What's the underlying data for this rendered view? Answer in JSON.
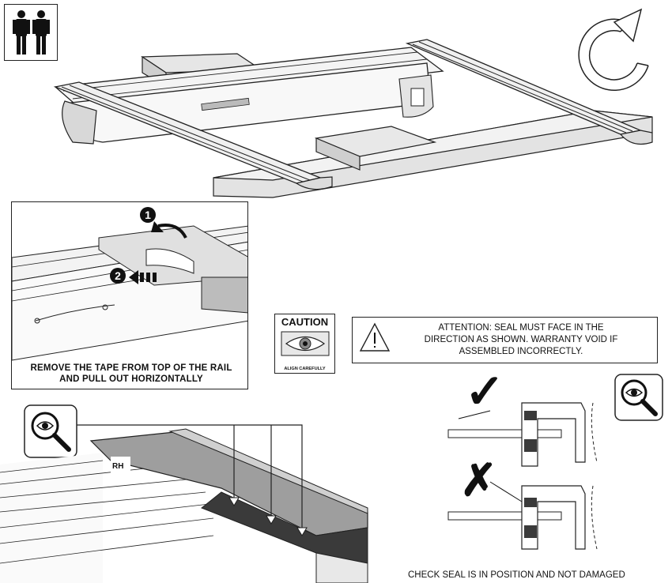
{
  "icons": {
    "two_person": "two-person-lift-icon",
    "rotate": "rotate-arrow-icon",
    "inspect": "magnifier-eye-icon",
    "warning": "warning-triangle-icon"
  },
  "steps": {
    "step1": "1",
    "step2": "2"
  },
  "captions": {
    "remove_tape_line1": "REMOVE THE TAPE FROM TOP OF THE RAIL",
    "remove_tape_line2": "AND PULL OUT HORIZONTALLY",
    "check_seal": "CHECK SEAL IS IN POSITION AND NOT DAMAGED"
  },
  "caution": {
    "title": "CAUTION",
    "subtitle": "ALIGN CAREFULLY"
  },
  "attention": {
    "line1": "ATTENTION: SEAL MUST FACE IN THE",
    "line2": "DIRECTION AS SHOWN. WARRANTY VOID IF",
    "line3": "ASSEMBLED INCORRECTLY."
  },
  "rail_label": "RH",
  "marks": {
    "correct": "✓",
    "incorrect": "✗"
  },
  "colors": {
    "line": "#222222",
    "seal_dark": "#3a3a3a",
    "rail_gray": "#cfcfcf",
    "block_gray": "#d9d9d9"
  }
}
